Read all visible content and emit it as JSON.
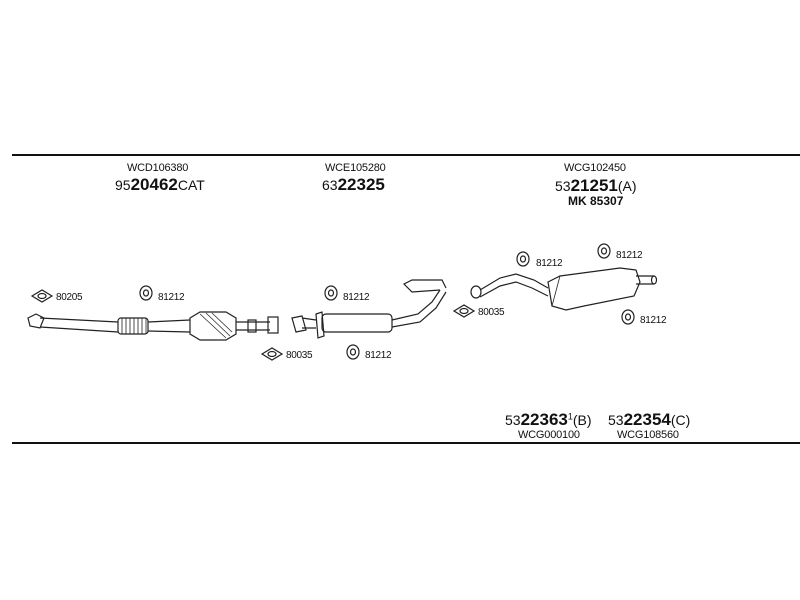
{
  "groups": [
    {
      "code": "WCD106380",
      "part_prefix": "95",
      "part_bold": "20462",
      "part_suffix": "CAT",
      "extra": ""
    },
    {
      "code": "WCE105280",
      "part_prefix": "63",
      "part_bold": "22325",
      "part_suffix": "",
      "extra": ""
    },
    {
      "code": "WCG102450",
      "part_prefix": "53",
      "part_bold": "21251",
      "part_suffix": "(A)",
      "extra": "MK  85307"
    }
  ],
  "bottom_parts": [
    {
      "part_prefix": "53",
      "part_bold": "22363",
      "part_sup": "1",
      "part_suffix": "(B)",
      "code": "WCG000100"
    },
    {
      "part_prefix": "53",
      "part_bold": "22354",
      "part_sup": "",
      "part_suffix": "(C)",
      "code": "WCG108560"
    }
  ],
  "callouts": {
    "gasket_front": "80205",
    "clamp_cat": "81212",
    "gasket_cat": "80035",
    "clamp_mid_top": "81212",
    "clamp_mid_bottom": "81212",
    "gasket_rear": "80035",
    "clamp_rear_a": "81212",
    "clamp_rear_b": "81212",
    "clamp_rear_c": "81212"
  }
}
